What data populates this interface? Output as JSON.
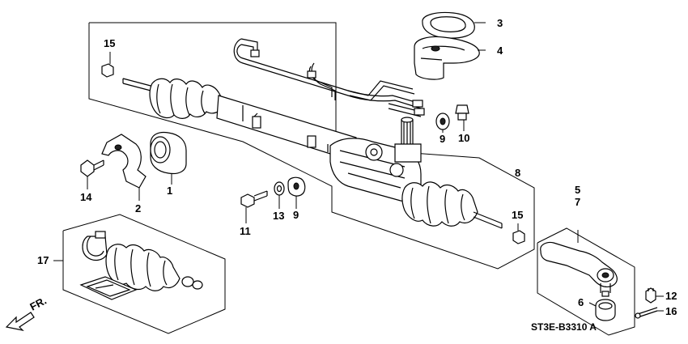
{
  "diagram": {
    "callouts": {
      "c1": "1",
      "c2": "2",
      "c3": "3",
      "c4": "4",
      "c5": "5",
      "c6": "6",
      "c7": "7",
      "c8": "8",
      "c9a": "9",
      "c9b": "9",
      "c10": "10",
      "c11": "11",
      "c12": "12",
      "c13": "13",
      "c14": "14",
      "c15a": "15",
      "c15b": "15",
      "c16": "16",
      "c17": "17"
    },
    "direction_label": "FR.",
    "diagram_code": "ST3E-B3310 A"
  }
}
